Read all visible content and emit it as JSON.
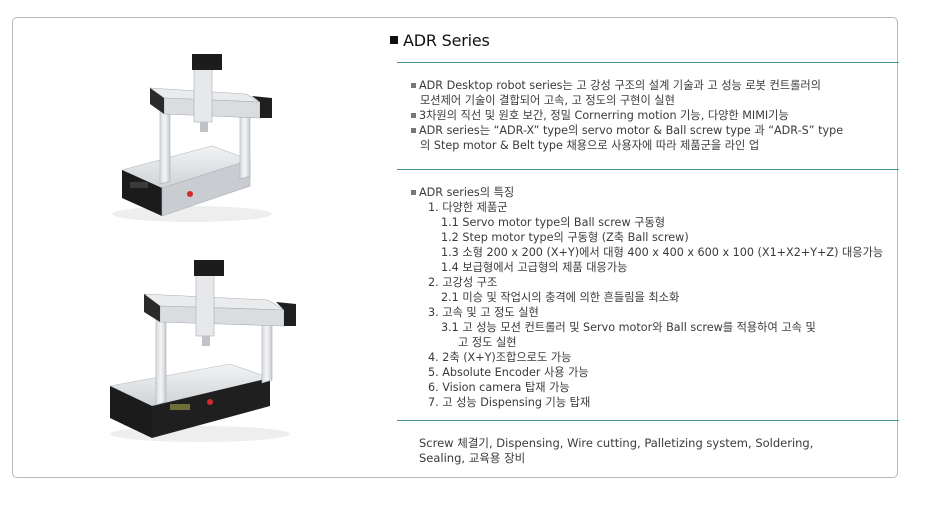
{
  "colors": {
    "rule": "#4b8f97",
    "border": "#b9b9b9",
    "text": "#3a3a3a",
    "title": "#111111"
  },
  "title": "ADR Series",
  "intro": [
    "ADR Desktop robot series는 고 강성 구조의 설계 기술과 고 성능 로봇 컨트롤러의",
    "모션제어 기술이 결합되어 고속, 고 정도의 구현이 실현",
    "3차원의 직선 및 원호 보간, 정밀  Cornerring motion 기능, 다양한 MIMI기능",
    "ADR series는 “ADR-X” type의 servo motor & Ball screw type 과 “ADR-S” type",
    "의 Step motor & Belt type 채용으로 사용자에 따라 제품군을 라인 업"
  ],
  "features": {
    "heading": "ADR series의 특징",
    "lines": [
      "1. 다양한 제품군",
      "1.1 Servo motor type의 Ball screw 구동형",
      "1.2 Step motor type의 구동형 (Z축 Ball screw)",
      "1.3 소형 200 x 200 (X+Y)에서 대형 400 x 400 x 600 x 100 (X1+X2+Y+Z) 대응가능",
      "1.4 보급형에서 고급형의 제품 대응가능",
      "2. 고강성 구조",
      "2.1 미승 및 작업시의 충격에 의한 흔들림을 최소화",
      "3. 고속 및 고 정도 실현",
      "3.1 고 성능 모션 컨트롤러 및 Servo motor와 Ball screw를 적용하여 고속 및",
      "고 정도 실현",
      "4. 2축 (X+Y)조합으로도 가능",
      "5. Absolute Encoder 사용 가능",
      "6. Vision camera 탑재 가능",
      "7. 고 성능 Dispensing 기능 탑재"
    ]
  },
  "applications": [
    "Screw 체결기, Dispensing, Wire cutting, Palletizing system, Soldering,",
    "Sealing, 교육용 장비"
  ]
}
